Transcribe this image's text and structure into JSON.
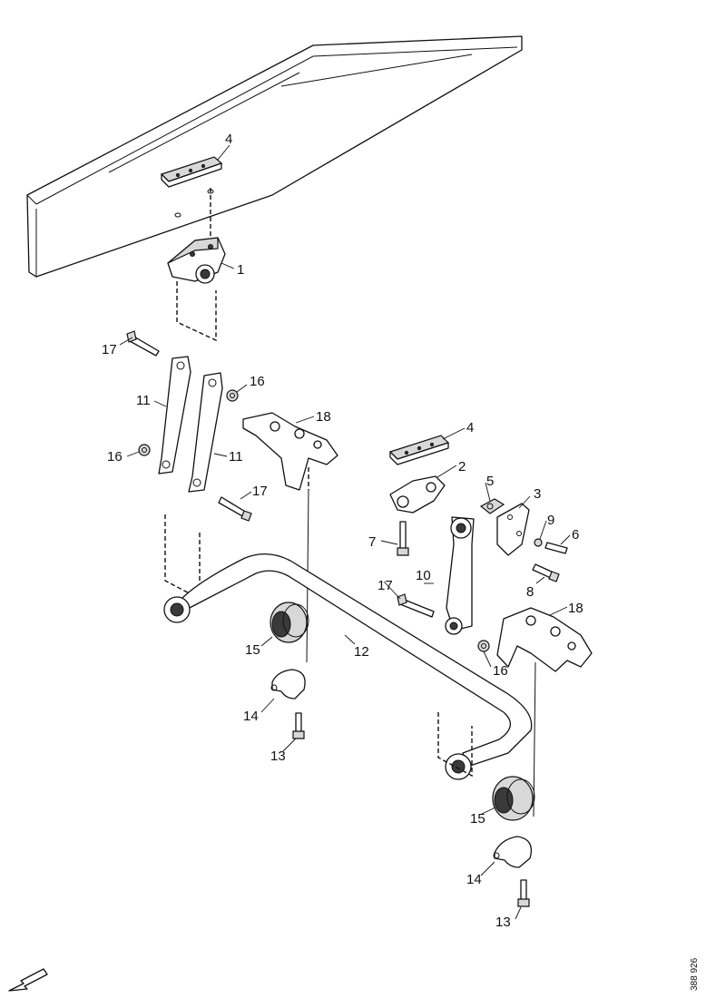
{
  "diagram": {
    "callouts": {
      "c1": "1",
      "c2": "2",
      "c3": "3",
      "c4a": "4",
      "c4b": "4",
      "c5": "5",
      "c6": "6",
      "c7": "7",
      "c8": "8",
      "c9": "9",
      "c10": "10",
      "c11a": "11",
      "c11b": "11",
      "c12": "12",
      "c13a": "13",
      "c13b": "13",
      "c14a": "14",
      "c14b": "14",
      "c15a": "15",
      "c15b": "15",
      "c16a": "16",
      "c16b": "16",
      "c16c": "16",
      "c17a": "17",
      "c17b": "17",
      "c17c": "17",
      "c18a": "18",
      "c18b": "18"
    },
    "doc_ref": "388 926",
    "icons": {
      "direction_arrow": "arrow-down-left-icon"
    }
  }
}
